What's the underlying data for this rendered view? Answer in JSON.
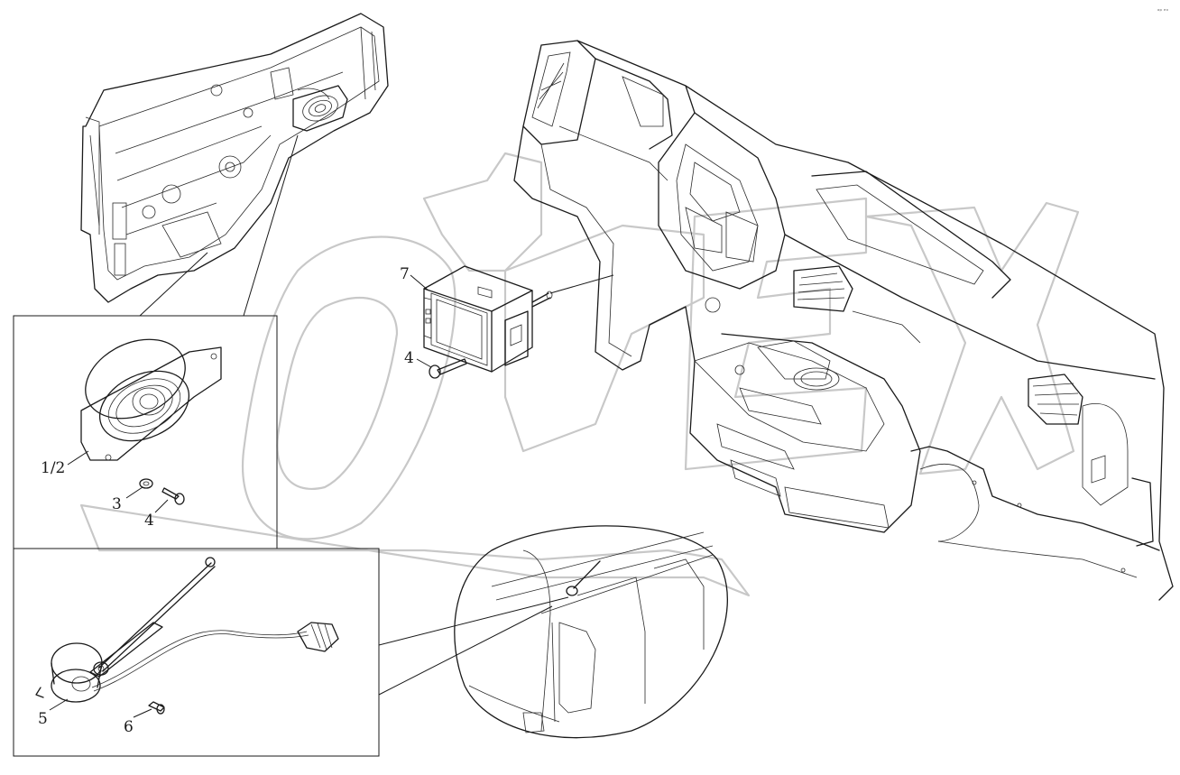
{
  "diagram": {
    "watermark": "OPEX",
    "corner_mark": "ᵒᵖ ᵉˣ",
    "callouts": [
      {
        "id": "c-1-2",
        "label": "1/2"
      },
      {
        "id": "c-3",
        "label": "3"
      },
      {
        "id": "c-4a",
        "label": "4"
      },
      {
        "id": "c-4b",
        "label": "4"
      },
      {
        "id": "c-5",
        "label": "5"
      },
      {
        "id": "c-6",
        "label": "6"
      },
      {
        "id": "c-7",
        "label": "7"
      }
    ]
  }
}
